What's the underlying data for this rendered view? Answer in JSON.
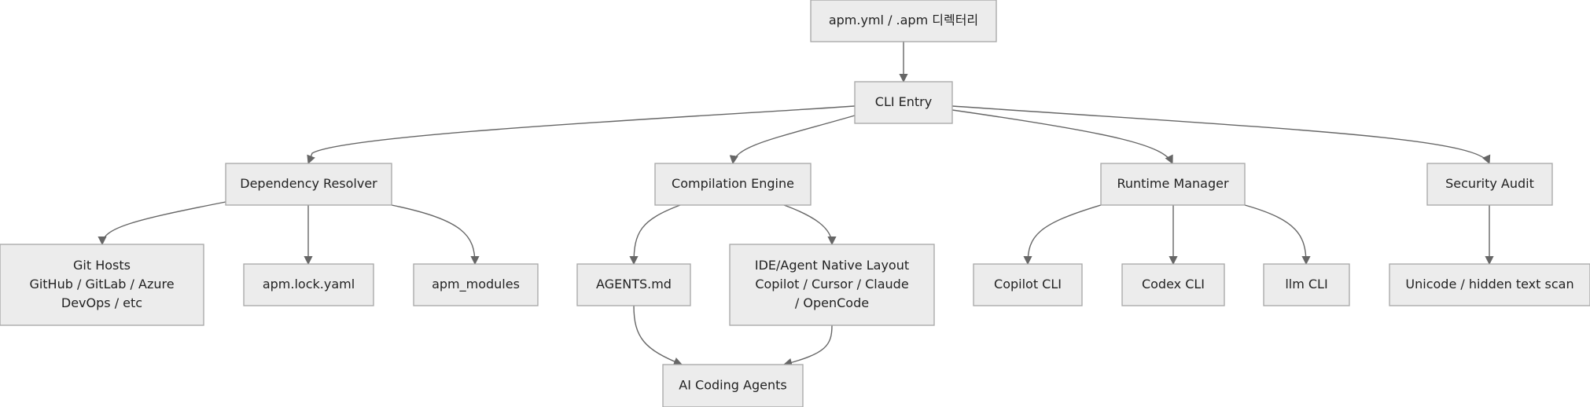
{
  "diagram": {
    "nodes": {
      "apm_config": [
        "apm.yml / .apm 디렉터리"
      ],
      "cli_entry": [
        "CLI Entry"
      ],
      "dependency_resolver": [
        "Dependency Resolver"
      ],
      "compilation_engine": [
        "Compilation Engine"
      ],
      "runtime_manager": [
        "Runtime Manager"
      ],
      "security_audit": [
        "Security Audit"
      ],
      "git_hosts": [
        "Git Hosts",
        "GitHub / GitLab / Azure",
        "DevOps / etc"
      ],
      "apm_lock": [
        "apm.lock.yaml"
      ],
      "apm_modules": [
        "apm_modules"
      ],
      "agents_md": [
        "AGENTS.md"
      ],
      "ide_native_layout": [
        "IDE/Agent Native Layout",
        "Copilot / Cursor / Claude",
        "/ OpenCode"
      ],
      "copilot_cli": [
        "Copilot CLI"
      ],
      "codex_cli": [
        "Codex CLI"
      ],
      "llm_cli": [
        "llm CLI"
      ],
      "unicode_scan": [
        "Unicode / hidden text scan"
      ],
      "ai_coding_agents": [
        "AI Coding Agents"
      ]
    },
    "edges": [
      [
        "apm_config",
        "cli_entry"
      ],
      [
        "cli_entry",
        "dependency_resolver"
      ],
      [
        "cli_entry",
        "compilation_engine"
      ],
      [
        "cli_entry",
        "runtime_manager"
      ],
      [
        "cli_entry",
        "security_audit"
      ],
      [
        "dependency_resolver",
        "git_hosts"
      ],
      [
        "dependency_resolver",
        "apm_lock"
      ],
      [
        "dependency_resolver",
        "apm_modules"
      ],
      [
        "compilation_engine",
        "agents_md"
      ],
      [
        "compilation_engine",
        "ide_native_layout"
      ],
      [
        "runtime_manager",
        "copilot_cli"
      ],
      [
        "runtime_manager",
        "codex_cli"
      ],
      [
        "runtime_manager",
        "llm_cli"
      ],
      [
        "security_audit",
        "unicode_scan"
      ],
      [
        "agents_md",
        "ai_coding_agents"
      ],
      [
        "ide_native_layout",
        "ai_coding_agents"
      ]
    ]
  }
}
